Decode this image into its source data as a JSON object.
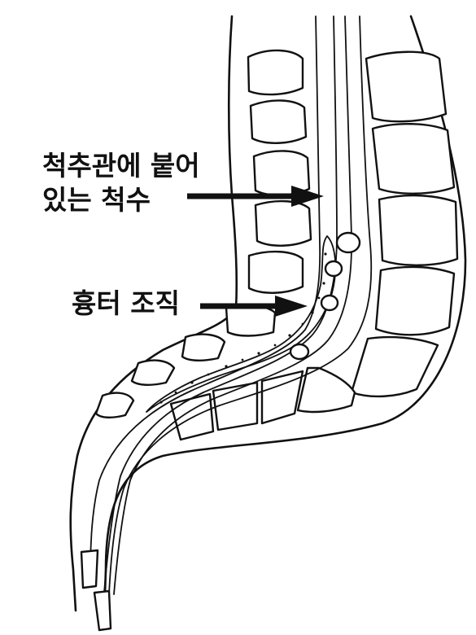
{
  "labels": {
    "spinal_cord_line1": "척추관에 붙어",
    "spinal_cord_line2": "있는 척수",
    "scar_tissue": "흉터 조직"
  },
  "colors": {
    "ink": "#111111",
    "background": "#ffffff"
  }
}
